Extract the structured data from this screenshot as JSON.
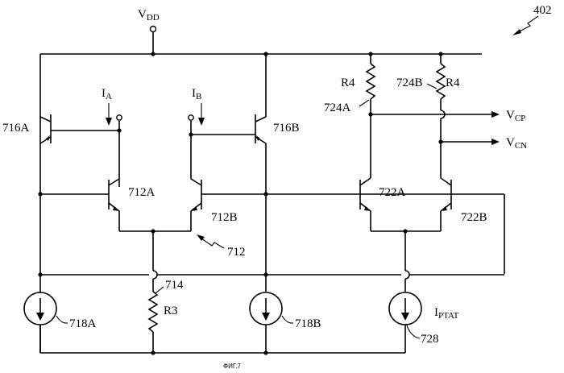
{
  "figure_ref": "402",
  "figure_caption": "ФИГ.7",
  "supply": {
    "main": "V",
    "sub": "DD"
  },
  "currents": {
    "ia": {
      "main": "I",
      "sub": "A"
    },
    "ib": {
      "main": "I",
      "sub": "B"
    },
    "iptat": {
      "main": "I",
      "sub": "PTAT"
    }
  },
  "outputs": {
    "vcp": {
      "main": "V",
      "sub": "CP"
    },
    "vcn": {
      "main": "V",
      "sub": "CN"
    }
  },
  "transistors": {
    "q716a": "716A",
    "q716b": "716B",
    "q712a": "712A",
    "q712b": "712B",
    "q722a": "722A",
    "q722b": "722B"
  },
  "resistors": {
    "r3": "R3",
    "r4_left": "R4",
    "r4_right": "R4"
  },
  "ref_labels": {
    "pair_712": "712",
    "node_714": "714",
    "node_724a": "724A",
    "node_724b": "724B"
  },
  "sources": {
    "s718a": "718A",
    "s718b": "718B",
    "s728": "728"
  }
}
